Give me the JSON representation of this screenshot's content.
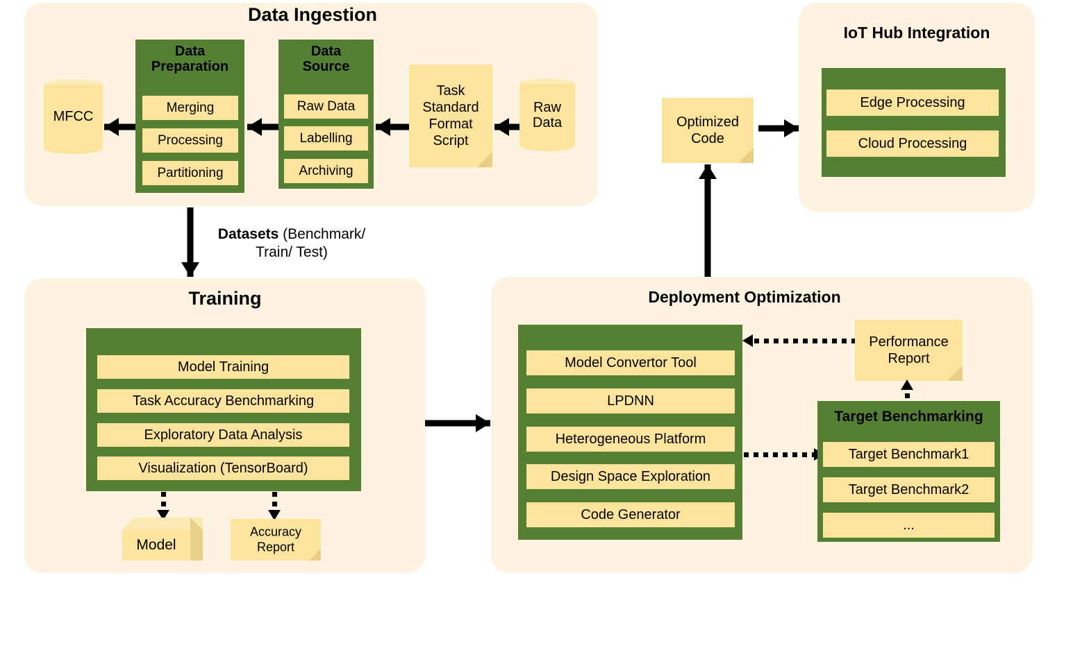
{
  "diagram": {
    "title": "End-to-end ML pipeline architecture",
    "colors": {
      "panel_background": "#FDF3E0",
      "group_green": "#558034",
      "item_yellow": "#FCE49C",
      "note_fold": "#E8CE85",
      "arrow_black": "#000000",
      "page_background": "#FFFFFF"
    }
  },
  "panels": {
    "data_ingestion": {
      "title": "Data Ingestion",
      "mfcc_store": "MFCC",
      "data_preparation": {
        "title": "Data\nPreparation",
        "title_line1": "Data",
        "title_line2": "Preparation",
        "items": [
          "Merging",
          "Processing",
          "Partitioning"
        ]
      },
      "data_source": {
        "title_line1": "Data",
        "title_line2": "Source",
        "items": [
          "Raw Data",
          "Labelling",
          "Archiving"
        ]
      },
      "script_note": "Task Standard Format Script",
      "raw_data_store": "Raw Data"
    },
    "iot_hub": {
      "title": "IoT Hub Integration",
      "items": [
        "Edge Processing",
        "Cloud Processing"
      ]
    },
    "training": {
      "title": "Training",
      "items": [
        "Model Training",
        "Task Accuracy Benchmarking",
        "Exploratory Data Analysis",
        "Visualization (TensorBoard)"
      ],
      "outputs": [
        {
          "label": "Model",
          "shape": "cube"
        },
        {
          "label": "Accuracy Report",
          "shape": "document"
        }
      ]
    },
    "deployment_optimization": {
      "title": "Deployment Optimization",
      "items": [
        "Model Convertor Tool",
        "LPDNN",
        "Heterogeneous Platform",
        "Design Space Exploration",
        "Code Generator"
      ],
      "target_benchmarking": {
        "title": "Target Benchmarking",
        "items": [
          "Target Benchmark1",
          "Target Benchmark2",
          "..."
        ]
      },
      "performance_report": "Performance Report"
    }
  },
  "connectors": {
    "datasets_label_bold": "Datasets",
    "datasets_label_rest": " (Benchmark/ Train/ Test)",
    "datasets_line1_bold": "Datasets",
    "datasets_line1_rest": " (Benchmark/",
    "datasets_line2": "Train/ Test)",
    "optimized_code": "Optimized Code"
  }
}
